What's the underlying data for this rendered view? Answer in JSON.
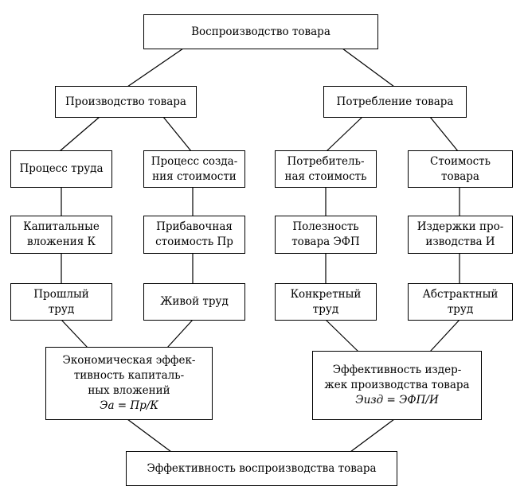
{
  "nodes": {
    "root": [
      "Воспроизводство товара"
    ],
    "production": [
      "Производство товара"
    ],
    "consumption": [
      "Потребление товара"
    ],
    "labor_process": [
      "Процесс труда"
    ],
    "value_creation": [
      "Процесс созда-",
      "ния стоимости"
    ],
    "use_value": [
      "Потребитель-",
      "ная стоимость"
    ],
    "goods_value": [
      "Стоимость",
      "товара"
    ],
    "capital_investment": [
      "Капитальные",
      "вложения К"
    ],
    "surplus_value": [
      "Прибавочная",
      "стоимость Пр"
    ],
    "usefulness": [
      "Полезность",
      "товара ЭФП"
    ],
    "production_costs": [
      "Издержки про-",
      "изводства И"
    ],
    "past_labor": [
      "Прошлый",
      "труд"
    ],
    "living_labor": [
      "Живой труд"
    ],
    "concrete_labor": [
      "Конкретный",
      "труд"
    ],
    "abstract_labor": [
      "Абстрактный",
      "труд"
    ],
    "investment_efficiency": [
      "Экономическая эффек-",
      "тивность капиталь-",
      "ных вложений",
      "Эа = Пр/К"
    ],
    "cost_efficiency": [
      "Эффективность издер-",
      "жек производства товара",
      "Эизд = ЭФП/И"
    ],
    "result": [
      "Эффективность воспроизводства товара"
    ]
  }
}
